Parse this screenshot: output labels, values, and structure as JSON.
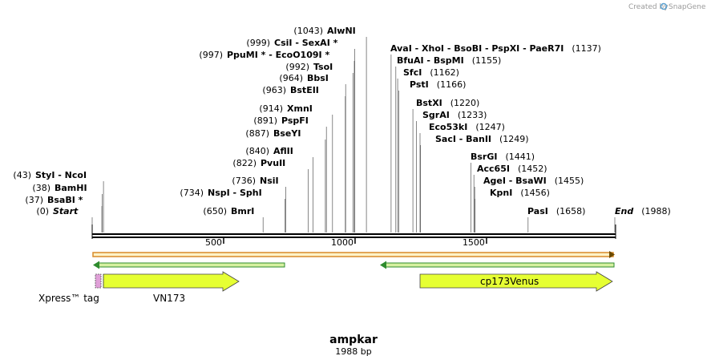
{
  "credit": {
    "text": "Created by",
    "brand": "SnapGene"
  },
  "map": {
    "name": "ampkar",
    "length_label": "1988 bp",
    "total_bp": 1988,
    "ticks": [
      {
        "bp": 500,
        "label": "500"
      },
      {
        "bp": 1000,
        "label": "1000"
      },
      {
        "bp": 1500,
        "label": "1500"
      }
    ],
    "sites": [
      {
        "label": "Start",
        "pos_label": "(0)",
        "bp": 0,
        "italic": true
      },
      {
        "label": "BsaBI",
        "pos_label": "(37)",
        "bp": 37,
        "star": true
      },
      {
        "label": "BamHI",
        "pos_label": "(38)",
        "bp": 38
      },
      {
        "label": "StyI  - NcoI",
        "pos_label": "(43)",
        "bp": 43
      },
      {
        "label": "BmrI",
        "pos_label": "(650)",
        "bp": 650
      },
      {
        "label": "NspI  - SphI",
        "pos_label": "(734)",
        "bp": 734
      },
      {
        "label": "NsiI",
        "pos_label": "(736)",
        "bp": 736
      },
      {
        "label": "PvuII",
        "pos_label": "(822)",
        "bp": 822
      },
      {
        "label": "AflII",
        "pos_label": "(840)",
        "bp": 840
      },
      {
        "label": "BseYI",
        "pos_label": "(887)",
        "bp": 887
      },
      {
        "label": "PspFI",
        "pos_label": "(891)",
        "bp": 891
      },
      {
        "label": "XmnI",
        "pos_label": "(914)",
        "bp": 914
      },
      {
        "label": "BstEII",
        "pos_label": "(963)",
        "bp": 963
      },
      {
        "label": "BbsI",
        "pos_label": "(964)",
        "bp": 964
      },
      {
        "label": "TsoI",
        "pos_label": "(992)",
        "bp": 992
      },
      {
        "label": "PpuMI",
        "pos_label": "(997)",
        "bp": 997,
        "star": true,
        "extra": "- EcoO109I",
        "extra_star": true
      },
      {
        "label": "CsiI  - SexAI",
        "pos_label": "(999)",
        "bp": 999,
        "star": true
      },
      {
        "label": "AlwNI",
        "pos_label": "(1043)",
        "bp": 1043
      },
      {
        "label": "AvaI  - XhoI  - BsoBI  - PspXI  - PaeR7I",
        "pos_label": "(1137)",
        "bp": 1137
      },
      {
        "label": "BfuAI  - BspMI",
        "pos_label": "(1155)",
        "bp": 1155
      },
      {
        "label": "SfcI",
        "pos_label": "(1162)",
        "bp": 1162
      },
      {
        "label": "PstI",
        "pos_label": "(1166)",
        "bp": 1166
      },
      {
        "label": "BstXI",
        "pos_label": "(1220)",
        "bp": 1220
      },
      {
        "label": "SgrAI",
        "pos_label": "(1233)",
        "bp": 1233
      },
      {
        "label": "Eco53kI",
        "pos_label": "(1247)",
        "bp": 1247
      },
      {
        "label": "SacI  - BanII",
        "pos_label": "(1249)",
        "bp": 1249
      },
      {
        "label": "BsrGI",
        "pos_label": "(1441)",
        "bp": 1441
      },
      {
        "label": "Acc65I",
        "pos_label": "(1452)",
        "bp": 1452
      },
      {
        "label": "AgeI  - BsaWI",
        "pos_label": "(1455)",
        "bp": 1455
      },
      {
        "label": "KpnI",
        "pos_label": "(1456)",
        "bp": 1456
      },
      {
        "label": "PasI",
        "pos_label": "(1658)",
        "bp": 1658
      },
      {
        "label": "End",
        "pos_label": "(1988)",
        "bp": 1988,
        "italic": true
      }
    ],
    "features": [
      {
        "name": "Xpress™ tag",
        "start": 11,
        "end": 35,
        "color": "#e0a0d8"
      },
      {
        "name": "VN173",
        "start": 35,
        "end": 573,
        "color": "#e6ff33"
      },
      {
        "name": "cp173Venus",
        "start": 1248,
        "end": 1988,
        "color": "#e6ff33"
      }
    ],
    "colors": {
      "orf": "#d98a28",
      "orf_fill": "#fff3c8",
      "primer_arrow": "#2e8b2e",
      "primer_fill": "#d6f0a0",
      "feature": "#e6ff33",
      "tag": "#e0a0d8"
    }
  }
}
